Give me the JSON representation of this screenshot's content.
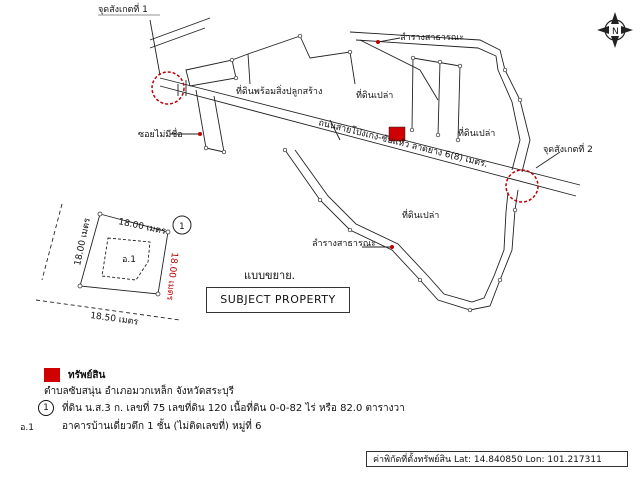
{
  "labels": {
    "obs_point_1": "จุดสังเกตที่ 1",
    "obs_point_2": "จุดสังเกตที่ 2",
    "land_with_buildings": "ที่ดินพร้อมสิ่งปลูกสร้าง",
    "vacant_land": "ที่ดินเปล่า",
    "public_path": "ลำรางสาธารณะ",
    "unnamed_soi": "ซอยไม่มีชื่อ",
    "road_name": "ถนนสายโป่งเก่ง-ซับแห้ว ลาดยาง 6(8) เมตร.",
    "north": "N"
  },
  "detail": {
    "enlarged_label": "แบบขยาย.",
    "subject_property": "SUBJECT  PROPERTY",
    "dim_top": "18.00 เมตร",
    "dim_left": "18.00 เมตร",
    "dim_right": "18.00 เมตร",
    "dim_bottom": "18.50 เมตร",
    "plot_number": "1",
    "building_code": "อ.1"
  },
  "legend": {
    "property_label": "ทรัพย์สิน",
    "location": "ตำบลซับสนุ่น อำเภอมวกเหล็ก จังหวัดสระบุรี",
    "plot_number": "1",
    "plot_desc": "ที่ดิน น.ส.3 ก. เลขที่ 75 เลขที่ดิน 120 เนื้อที่ดิน 0-0-82 ไร่ หรือ 82.0 ตารางวา",
    "building_code": "อ.1",
    "building_desc": "อาคารบ้านเดี่ยวตึก 1 ชั้น (ไม่ติดเลขที่) หมู่ที่ 6"
  },
  "coords": {
    "label": "ค่าพิกัดที่ตั้งทรัพย์สิน",
    "text": "Lat: 14.840850 Lon: 101.217311"
  },
  "colors": {
    "property": "#d00000",
    "marker": "#c00000"
  }
}
